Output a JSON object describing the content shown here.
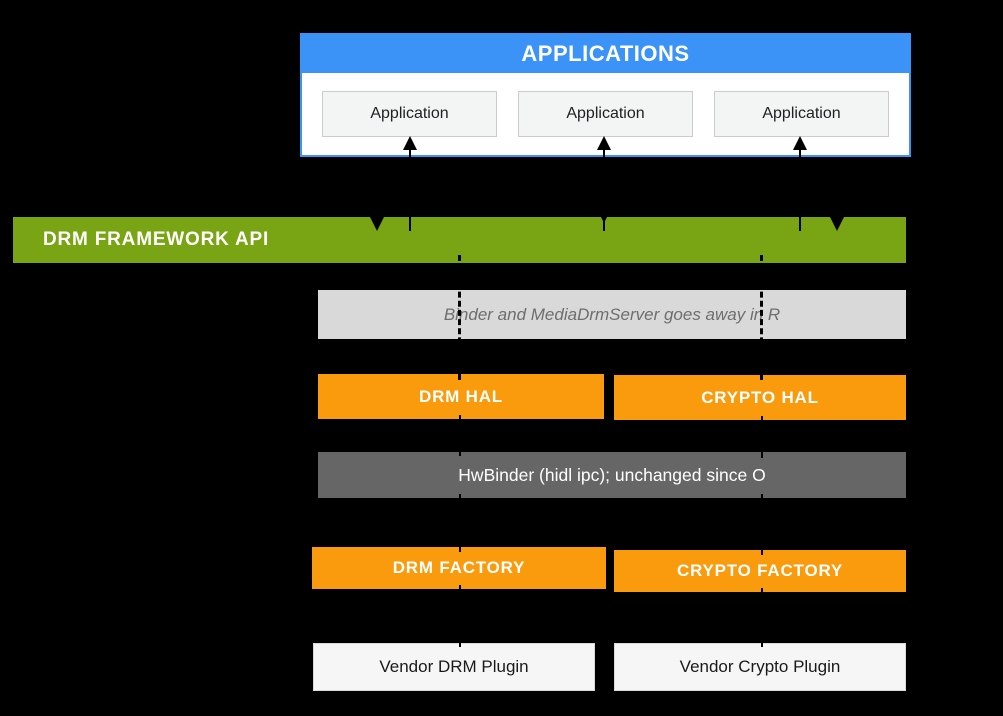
{
  "applications": {
    "header": "APPLICATIONS",
    "items": [
      "Application",
      "Application",
      "Application"
    ]
  },
  "framework": {
    "label": "DRM FRAMEWORK API"
  },
  "binder_note": {
    "label": "Binder and MediaDrmServer  goes away in R"
  },
  "hal": {
    "drm": "DRM HAL",
    "crypto": "CRYPTO HAL"
  },
  "hwbinder": {
    "label": "HwBinder (hidl ipc); unchanged since O"
  },
  "factories": {
    "drm": "DRM FACTORY",
    "crypto": "CRYPTO FACTORY"
  },
  "plugins": {
    "drm": "Vendor DRM Plugin",
    "crypto": "Vendor Crypto Plugin"
  },
  "colors": {
    "background": "#000000",
    "applications_blue": "#3B92F7",
    "framework_green": "#79A413",
    "hal_orange": "#FA9B0D",
    "hwbinder_gray": "#666666",
    "note_gray": "#D9D9D9",
    "note_text": "#6E6E6E",
    "plugin_white": "#F6F6F6"
  }
}
